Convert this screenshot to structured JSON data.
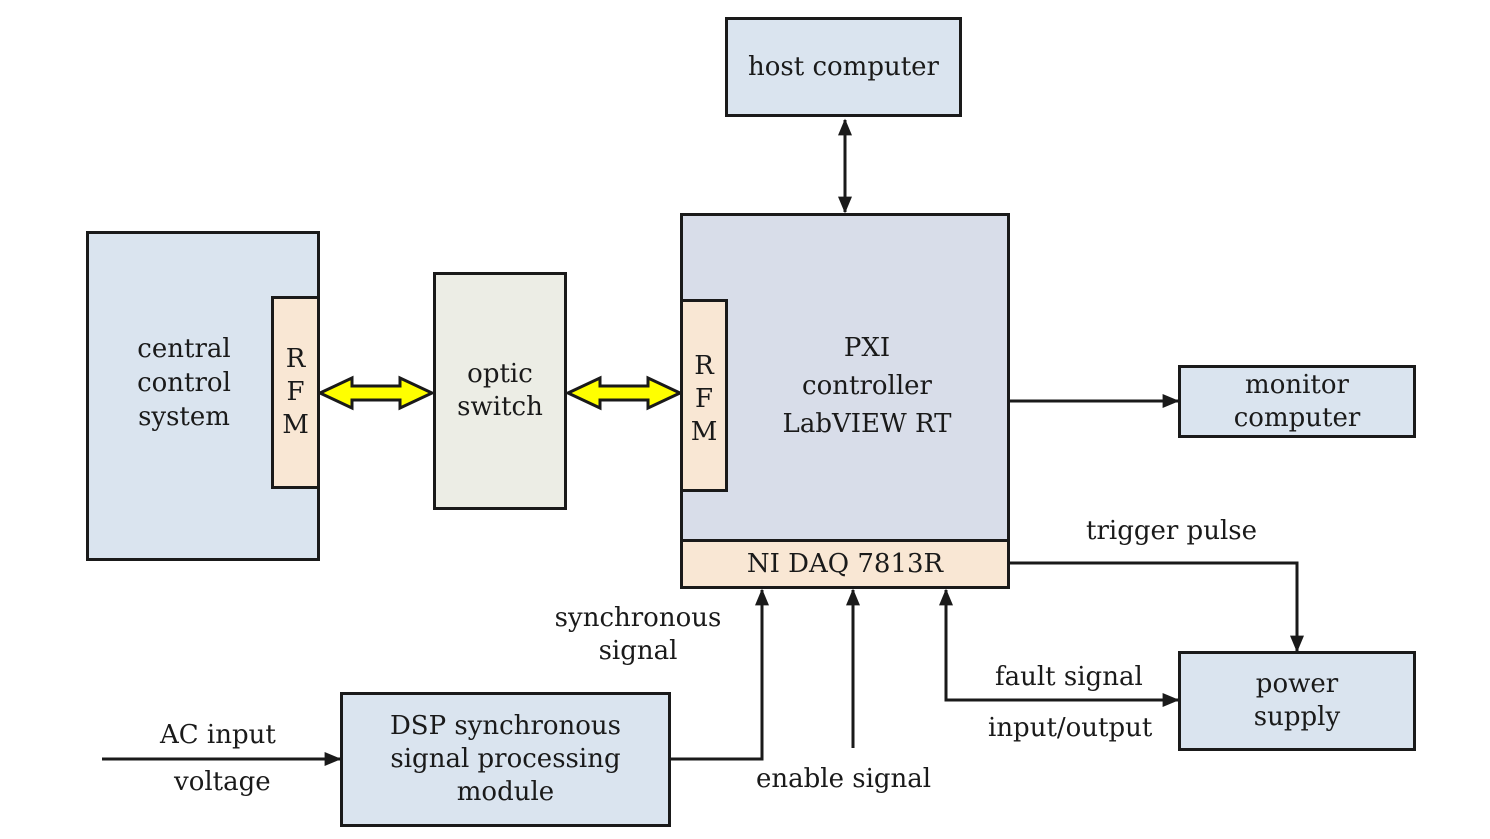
{
  "boxes": {
    "host": "host computer",
    "central": [
      "central",
      "control",
      "system"
    ],
    "rfm_letters": [
      "R",
      "F",
      "M"
    ],
    "optic": [
      "optic",
      "switch"
    ],
    "pxi": [
      "PXI",
      "controller",
      "LabVIEW RT"
    ],
    "daq": "NI DAQ 7813R",
    "monitor": [
      "monitor",
      "computer"
    ],
    "power": [
      "power",
      "supply"
    ],
    "dsp": [
      "DSP synchronous",
      "signal processing",
      "module"
    ]
  },
  "signals": {
    "trigger": "trigger pulse",
    "synchronous": [
      "synchronous",
      "signal"
    ],
    "fault": "fault signal",
    "io": "input/output",
    "ac_input": "AC input",
    "voltage": "voltage",
    "enable": "enable signal"
  },
  "colors": {
    "line": "#1a1a1a",
    "arrow_fill": "#ffff00",
    "box_blue": "#dae4ef",
    "pxi_fill": "#d8dde9",
    "rfm_fill": "#f9e7d4",
    "optic_fill": "#ecede5"
  }
}
